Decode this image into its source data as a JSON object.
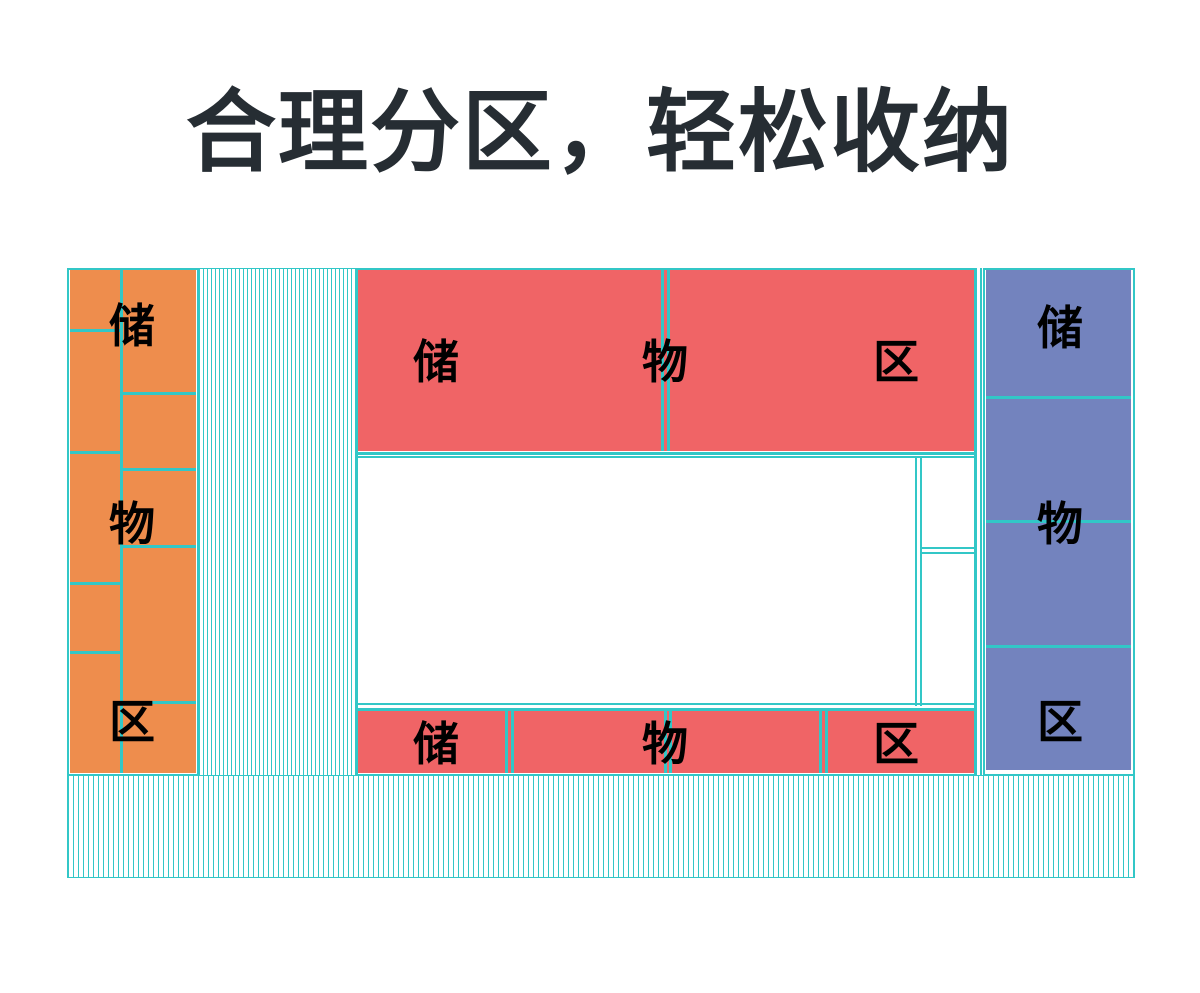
{
  "title": "合理分区，轻松收纳",
  "colors": {
    "orange_zone": "#ee8d4d",
    "red_zone": "#f06466",
    "blue_zone": "#7383be",
    "outline": "#32c7c7",
    "title_text": "#262d33"
  },
  "zones": {
    "left": {
      "label": [
        "储",
        "物",
        "区"
      ]
    },
    "top_center": {
      "label": [
        "储",
        "物",
        "区"
      ]
    },
    "bottom_center": {
      "label": [
        "储",
        "物",
        "区"
      ]
    },
    "right": {
      "label": [
        "储",
        "物",
        "区"
      ]
    }
  }
}
